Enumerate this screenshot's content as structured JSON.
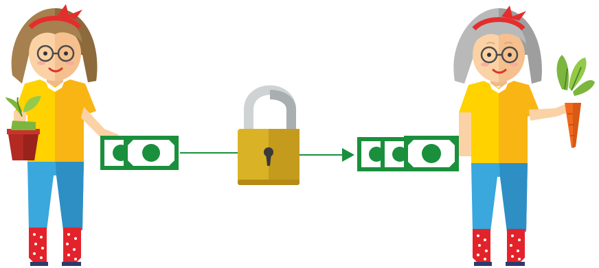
{
  "diagram": {
    "type": "illustration",
    "subject": "savings-growth-over-time",
    "figures": [
      {
        "role": "young-woman",
        "holds": "potted-seedling",
        "hair_color": "#a6804f"
      },
      {
        "role": "older-woman",
        "holds": "grown-carrot",
        "hair_color": "#b9b9b9"
      }
    ],
    "money": {
      "before_bills": 2,
      "after_bills": 3,
      "bill_color": "#1a8f3c"
    },
    "lock": {
      "body_color": "#d9b325",
      "shade_color": "#c49b1c",
      "shackle_color": "#cfd3d4"
    },
    "connector_color": "#1a8f3c",
    "colors": {
      "shirt": "#ffd200",
      "shirt_shade": "#f9b514",
      "pants": "#3aa7dd",
      "pants_shade": "#2d8fc4",
      "boots": "#e3232b",
      "headband": "#e52d2d",
      "skin": "#fbd2a5",
      "pot": "#b32924",
      "carrot": "#ef6a1d",
      "leaf": "#7cb63e"
    }
  }
}
